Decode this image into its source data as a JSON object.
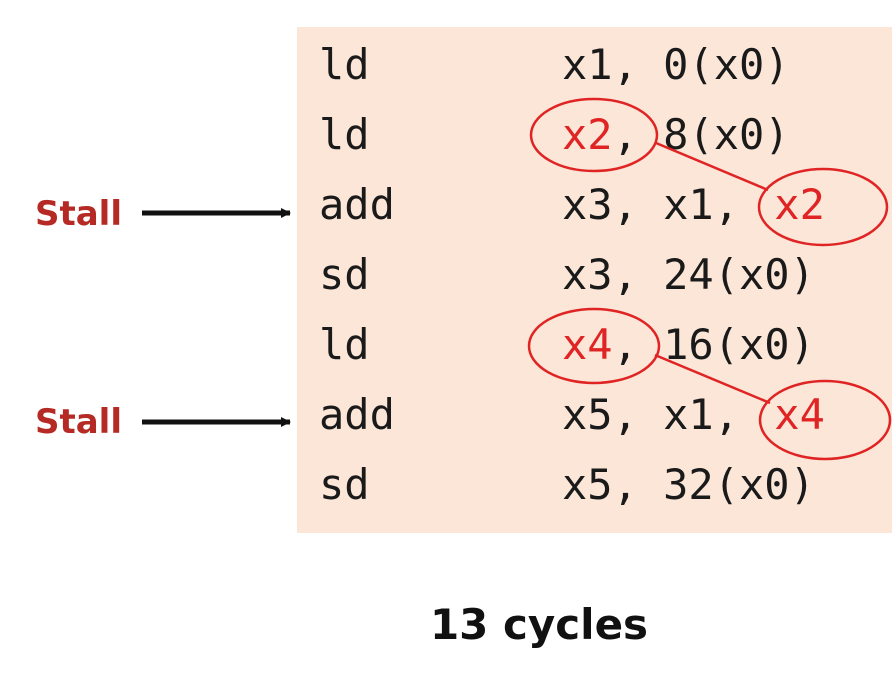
{
  "instructions": [
    {
      "op": "ld",
      "pre": "",
      "reg": "x1",
      "post": ", 0(x0)"
    },
    {
      "op": "ld",
      "pre": "",
      "reg": "x2",
      "post": ", 8(x0)"
    },
    {
      "op": "add",
      "pre": "x3, x1, ",
      "reg": "x2",
      "post": ""
    },
    {
      "op": "sd",
      "pre": "",
      "reg": "x3",
      "post": ", 24(x0)"
    },
    {
      "op": "ld",
      "pre": "",
      "reg": "x4",
      "post": ", 16(x0)"
    },
    {
      "op": "add",
      "pre": "x5, x1, ",
      "reg": "x4",
      "post": ""
    },
    {
      "op": "sd",
      "pre": "",
      "reg": "x5",
      "post": ", 32(x0)"
    }
  ],
  "highlighted_rows": [
    1,
    2,
    4,
    5
  ],
  "stall_label": "Stall",
  "stall_rows": [
    2,
    5
  ],
  "cycles_label": "13 cycles",
  "colors": {
    "panel_bg": "#fbe6d8",
    "highlight": "#e02424",
    "stall_text": "#b52a24",
    "arrow": "#111111"
  }
}
